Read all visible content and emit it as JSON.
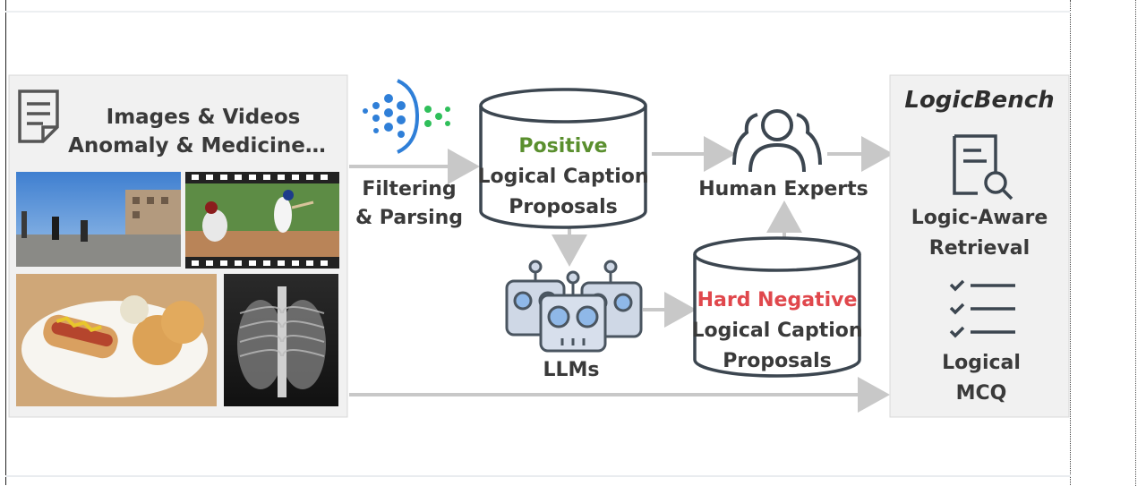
{
  "sources": {
    "line1": "Images & Videos",
    "line2": "Anomaly & Medicine…"
  },
  "filtering": {
    "line1": "Filtering",
    "line2": "& Parsing"
  },
  "positive_db": {
    "highlight": "Positive",
    "line2": "Logical Caption",
    "line3": "Proposals"
  },
  "llms": {
    "label": "LLMs"
  },
  "negative_db": {
    "highlight": "Hard Negative",
    "line2": "Logical Caption",
    "line3": "Proposals"
  },
  "experts": {
    "label": "Human Experts"
  },
  "benchmark": {
    "title": "LogicBench",
    "retrieval_line1": "Logic-Aware",
    "retrieval_line2": "Retrieval",
    "mcq_line1": "Logical",
    "mcq_line2": "MCQ"
  },
  "colors": {
    "positive": "#5a8f2e",
    "negative": "#e0474c",
    "arrow": "#c8c8c8",
    "panel": "#f1f1f1",
    "outline": "#3c4650"
  }
}
